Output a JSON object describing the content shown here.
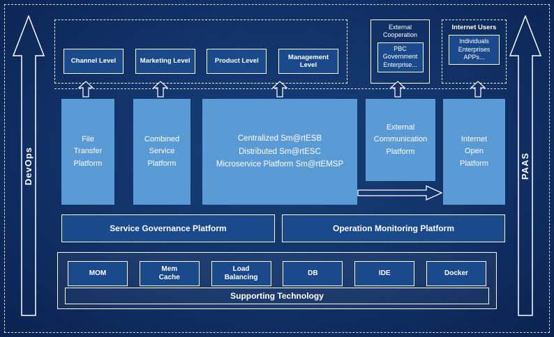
{
  "diagram": {
    "rails": {
      "left": "DevOps",
      "right": "PAAS"
    },
    "top": {
      "levels": [
        "Channel Level",
        "Marketing Level",
        "Product Level",
        "Management Level"
      ],
      "external_cooperation": {
        "title": "External Cooperation",
        "item": "PBC Government\nEnterprise..."
      },
      "internet_users": {
        "title": "Internet Users",
        "item": "Individuals\nEnterprises\nAPPs..."
      }
    },
    "platforms": [
      "File\nTransfer\nPlatform",
      "Combined\nService\nPlatform",
      "Centralized Sm@rtESB\nDistributed Sm@rtESC\nMicroservice Platform Sm@rtEMSP",
      "External\nCommunication\nPlatform",
      "Internet\nOpen\nPlatform"
    ],
    "middle": {
      "governance": "Service Governance Platform",
      "monitoring": "Operation Monitoring Platform"
    },
    "bottom": {
      "technologies": [
        "MOM",
        "Mem\nCache",
        "Load\nBalancing",
        "DB",
        "IDE",
        "Docker"
      ],
      "supporting": "Supporting Technology"
    }
  },
  "colors": {
    "background": "#113166",
    "light_box": "#5b9bd5",
    "dark_box": "#1b4a8c",
    "line": "#ffffff"
  }
}
